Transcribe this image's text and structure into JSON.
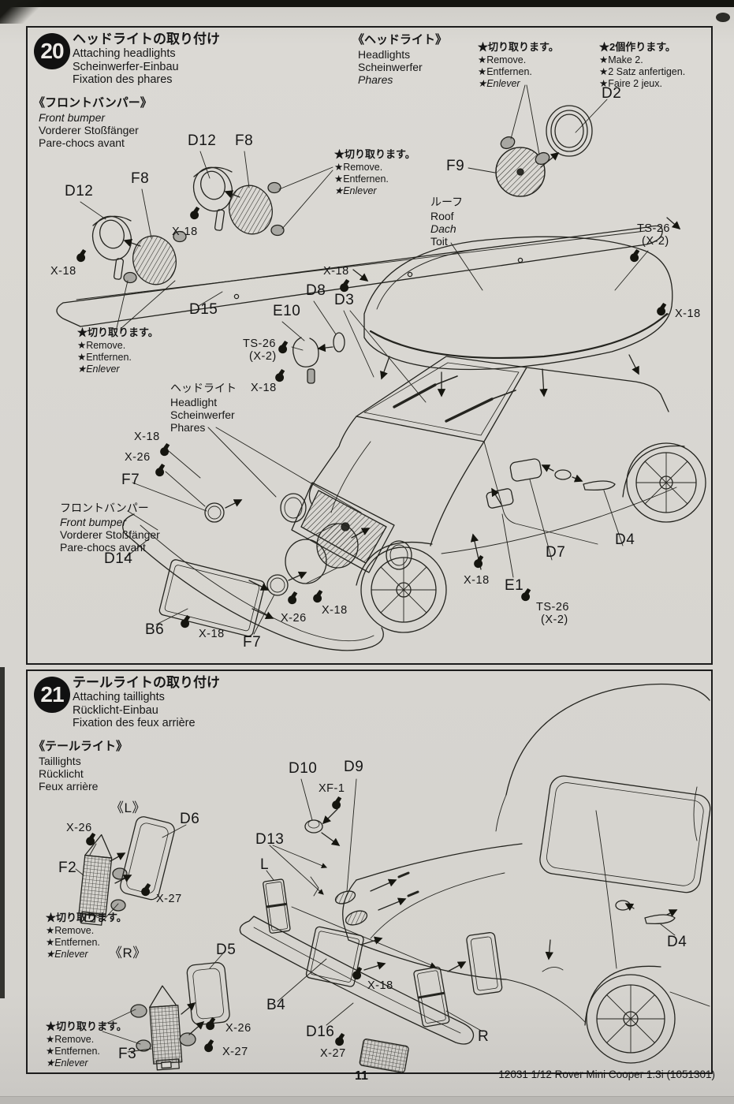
{
  "page": {
    "number": "11",
    "credit": "12031  1/12 Rover Mini Cooper 1.3i (1051301)"
  },
  "notes": {
    "remove": {
      "ja": "★切り取ります。",
      "en": "★Remove.",
      "de": "★Entfernen.",
      "fr": "★Enlever"
    },
    "make_two": {
      "ja": "★2個作ります。",
      "en": "★Make 2.",
      "de": "★2 Satz anfertigen.",
      "fr": "★Faire 2 jeux."
    }
  },
  "paints": {
    "x18": "X-18",
    "x26": "X-26",
    "x27": "X-27",
    "xf1": "XF-1",
    "ts26": "TS-26",
    "qty2": "(X-2)"
  },
  "step20": {
    "number": "20",
    "title": {
      "ja": "ヘッドライトの取り付け",
      "en": "Attaching headlights",
      "de": "Scheinwerfer-Einbau",
      "fr": "Fixation des phares"
    },
    "front_bumper_group": {
      "ja": "《フロントバンパー》",
      "en": "Front bumper",
      "de": "Vorderer Stoßfänger",
      "fr": "Pare-chocs avant"
    },
    "headlights_group": {
      "ja": "《ヘッドライト》",
      "en": "Headlights",
      "de": "Scheinwerfer",
      "fr": "Phares"
    },
    "roof_label": {
      "ja": "ルーフ",
      "en": "Roof",
      "de": "Dach",
      "fr": "Toit"
    },
    "headlight_label": {
      "ja": "ヘッドライト",
      "en": "Headlight",
      "de": "Scheinwerfer",
      "fr": "Phares"
    },
    "front_bumper_label": {
      "ja": "フロントバンパー",
      "en": "Front bumper",
      "de": "Vorderer Stoßfänger",
      "fr": "Pare-chocs avant"
    },
    "parts": {
      "D12": "D12",
      "F8": "F8",
      "D15": "D15",
      "D2": "D2",
      "F9": "F9",
      "E10": "E10",
      "D8": "D8",
      "D3": "D3",
      "D14": "D14",
      "F7": "F7",
      "B6": "B6",
      "E1": "E1",
      "D7": "D7",
      "D4": "D4"
    }
  },
  "step21": {
    "number": "21",
    "title": {
      "ja": "テールライトの取り付け",
      "en": "Attaching taillights",
      "de": "Rücklicht-Einbau",
      "fr": "Fixation des feux arrière"
    },
    "taillights_group": {
      "ja": "《テールライト》",
      "en": "Taillights",
      "de": "Rücklicht",
      "fr": "Feux arrière"
    },
    "side_left": "《L》",
    "side_right": "《R》",
    "pos_left": "L",
    "pos_right": "R",
    "parts": {
      "D10": "D10",
      "D9": "D9",
      "D13": "D13",
      "D6": "D6",
      "F2": "F2",
      "D5": "D5",
      "F3": "F3",
      "B4": "B4",
      "D16": "D16",
      "D4": "D4"
    }
  }
}
